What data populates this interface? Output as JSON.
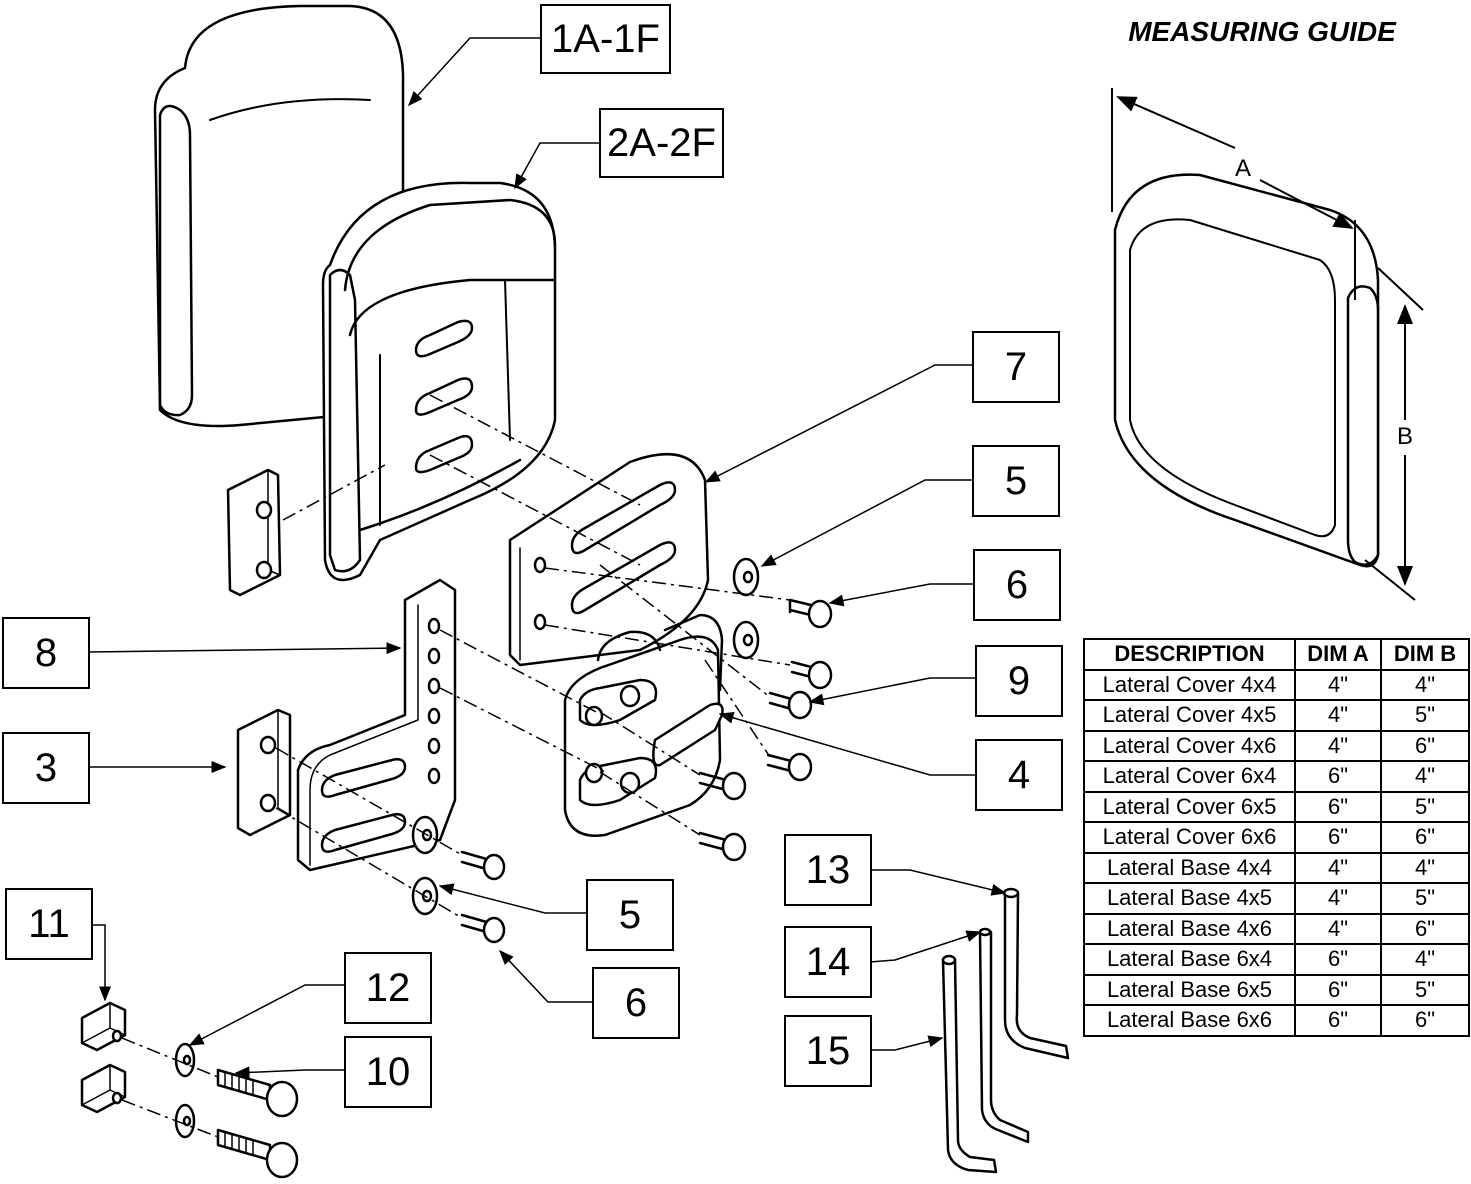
{
  "callouts": {
    "c1a1f": "1A-1F",
    "c2a2f": "2A-2F",
    "c7": "7",
    "c5a": "5",
    "c6a": "6",
    "c8": "8",
    "c9": "9",
    "c3": "3",
    "c4": "4",
    "c5b": "5",
    "c6b": "6",
    "c11": "11",
    "c12": "12",
    "c10": "10",
    "c13": "13",
    "c14": "14",
    "c15": "15"
  },
  "measuring_guide": {
    "title": "MEASURING GUIDE",
    "dim_a": "A",
    "dim_b": "B"
  },
  "table": {
    "headers": [
      "DESCRIPTION",
      "DIM A",
      "DIM B"
    ],
    "rows": [
      [
        "Lateral Cover 4x4",
        "4\"",
        "4\""
      ],
      [
        "Lateral Cover 4x5",
        "4\"",
        "5\""
      ],
      [
        "Lateral Cover 4x6",
        "4\"",
        "6\""
      ],
      [
        "Lateral Cover 6x4",
        "6\"",
        "4\""
      ],
      [
        "Lateral Cover 6x5",
        "6\"",
        "5\""
      ],
      [
        "Lateral Cover 6x6",
        "6\"",
        "6\""
      ],
      [
        "Lateral Base 4x4",
        "4\"",
        "4\""
      ],
      [
        "Lateral Base 4x5",
        "4\"",
        "5\""
      ],
      [
        "Lateral Base 4x6",
        "4\"",
        "6\""
      ],
      [
        "Lateral Base 6x4",
        "6\"",
        "4\""
      ],
      [
        "Lateral Base 6x5",
        "6\"",
        "5\""
      ],
      [
        "Lateral Base 6x6",
        "6\"",
        "6\""
      ]
    ]
  }
}
